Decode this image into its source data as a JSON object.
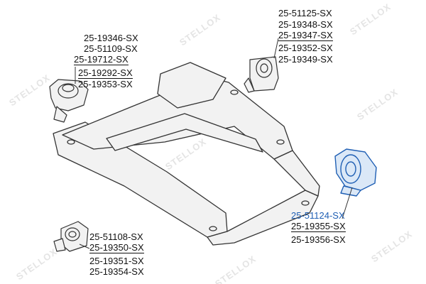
{
  "colors": {
    "line": "#333333",
    "fill": "#f2f2f2",
    "highlight_fill": "#dbe8f7",
    "highlight_stroke": "#1f5fb4",
    "highlight_text": "#1f5fb4"
  },
  "watermark": {
    "text": "STELLOX"
  },
  "groups": {
    "top_left": {
      "parts": [
        "25-19346-SX",
        "25-51109-SX",
        "25-19712-SX",
        "25-19292-SX",
        "25-19353-SX"
      ]
    },
    "top_right": {
      "parts": [
        "25-51125-SX",
        "25-19348-SX",
        "25-19347-SX",
        "25-19352-SX",
        "25-19349-SX"
      ]
    },
    "bottom_left": {
      "parts": [
        "25-51108-SX",
        "25-19350-SX",
        "25-19351-SX",
        "25-19354-SX"
      ]
    },
    "bottom_right": {
      "parts": [
        "25-51124-SX",
        "25-19355-SX",
        "25-19356-SX"
      ]
    }
  }
}
